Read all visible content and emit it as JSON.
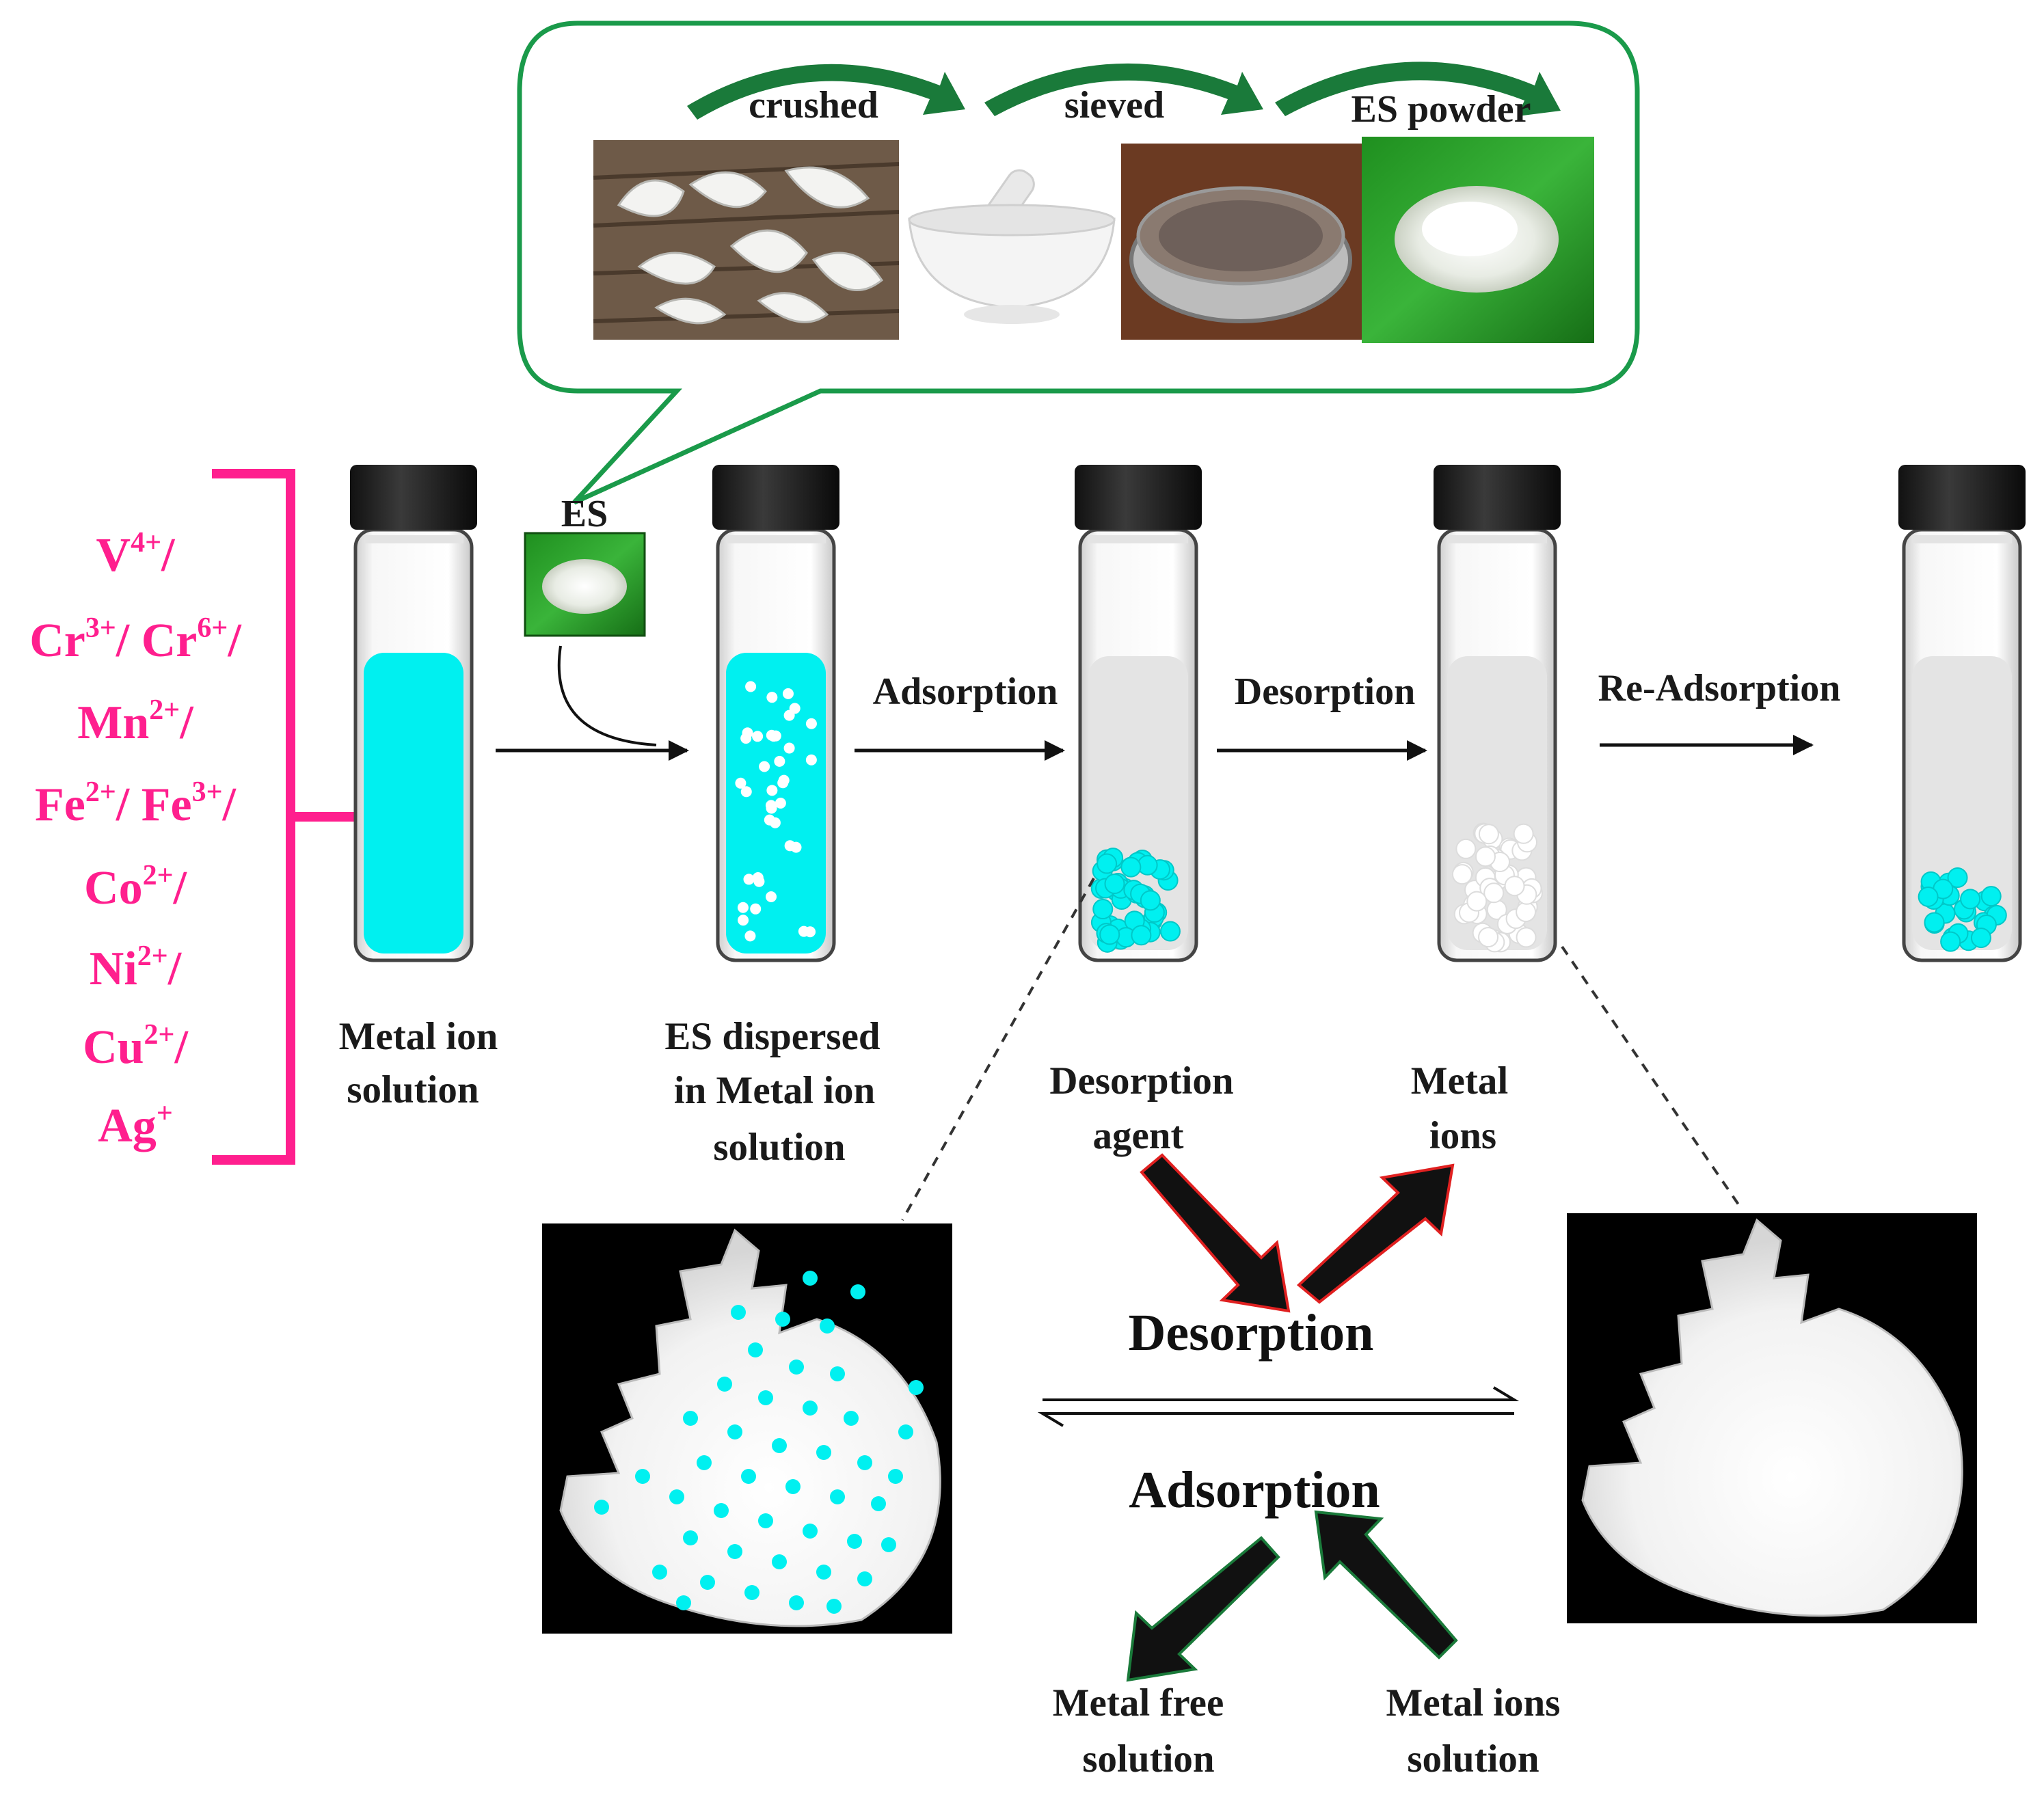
{
  "bubble": {
    "steps": [
      {
        "label": "crushed"
      },
      {
        "label": "sieved"
      },
      {
        "label": "ES powder"
      }
    ],
    "photos": [
      "eggshells-photo",
      "mortar-pestle-photo",
      "sieve-photo",
      "es-powder-photo"
    ]
  },
  "ions": [
    {
      "parts": [
        [
          "V",
          "4+"
        ]
      ],
      "trail": "/"
    },
    {
      "parts": [
        [
          "Cr",
          "3+"
        ],
        [
          "/ Cr",
          "6+"
        ]
      ],
      "trail": "/"
    },
    {
      "parts": [
        [
          "Mn",
          "2+"
        ]
      ],
      "trail": "/"
    },
    {
      "parts": [
        [
          "Fe",
          "2+"
        ],
        [
          "/ Fe",
          "3+"
        ]
      ],
      "trail": "/"
    },
    {
      "parts": [
        [
          "Co",
          "2+"
        ]
      ],
      "trail": "/"
    },
    {
      "parts": [
        [
          "Ni",
          "2+"
        ]
      ],
      "trail": "/"
    },
    {
      "parts": [
        [
          "Cu",
          "2+"
        ]
      ],
      "trail": "/"
    },
    {
      "parts": [
        [
          "Ag",
          "+"
        ]
      ],
      "trail": ""
    }
  ],
  "es_label": "ES",
  "process": {
    "adsorption": "Adsorption",
    "desorption": "Desorption",
    "readsorption": "Re-Adsorption"
  },
  "vial_labels": {
    "v1": [
      "Metal ion",
      "solution"
    ],
    "v2": [
      "ES dispersed",
      "in Metal ion",
      "solution"
    ]
  },
  "cycle": {
    "desorption_agent": [
      "Desorption",
      "agent"
    ],
    "metal_ions": [
      "Metal",
      "ions"
    ],
    "desorption": "Desorption",
    "adsorption": "Adsorption",
    "metal_free": [
      "Metal free",
      "solution"
    ],
    "metal_ions_solution": [
      "Metal ions",
      "solution"
    ]
  },
  "colors": {
    "ion_text": "#ff1f8e",
    "cyan": "#00f0f0",
    "bubble_border": "#1a9a4a",
    "arrow_green": "#1a7a3a",
    "red_outline": "#e02020"
  }
}
